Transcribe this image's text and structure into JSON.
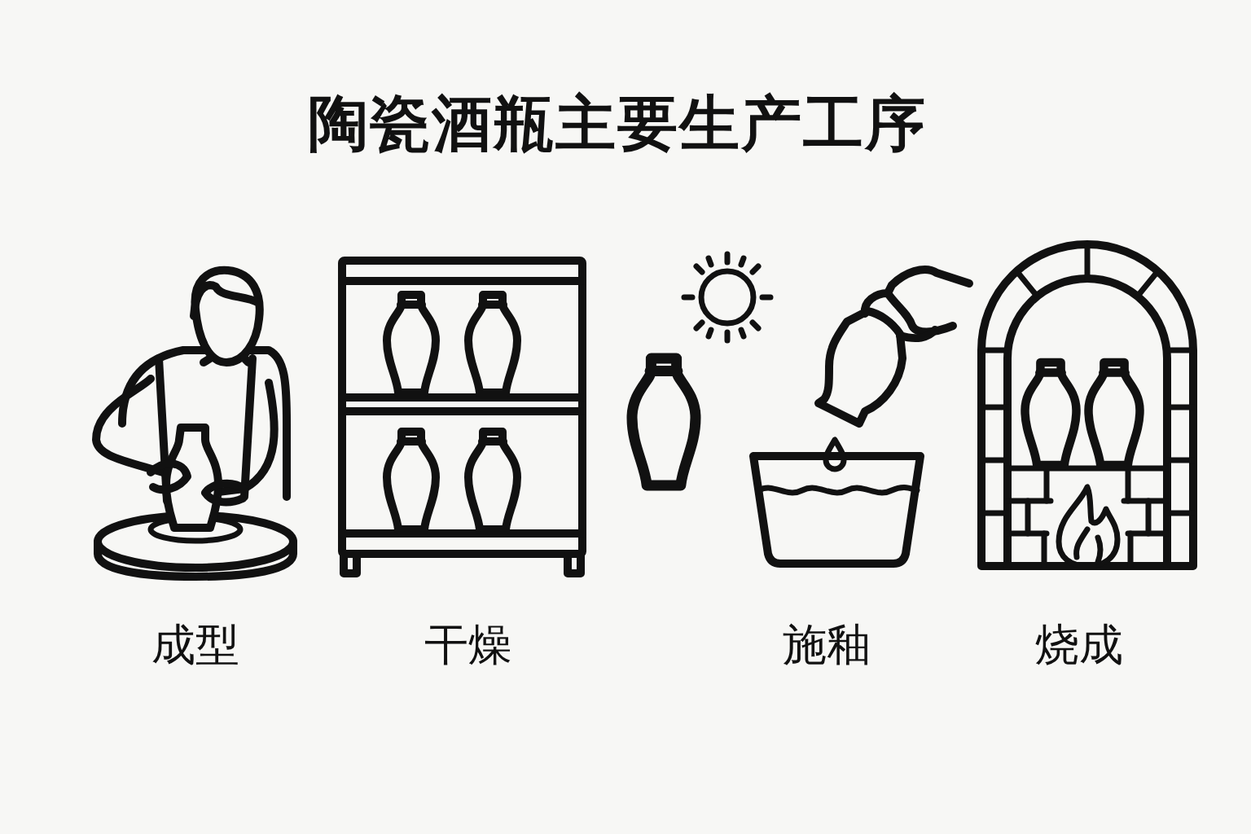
{
  "diagram": {
    "title": "陶瓷酒瓶主要生产工序",
    "labels": [
      "成型",
      "干燥",
      "施釉",
      "烧成"
    ]
  }
}
